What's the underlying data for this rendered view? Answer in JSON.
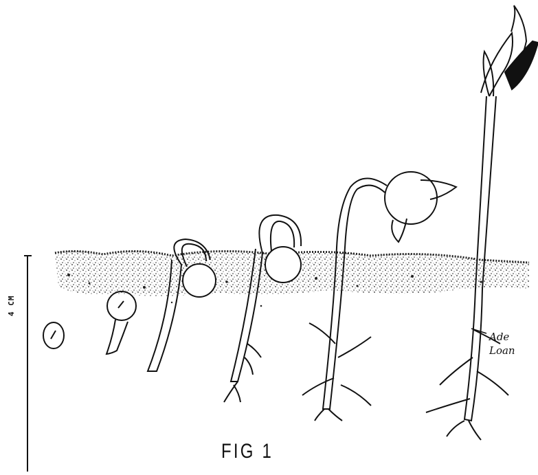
{
  "figure": {
    "caption": "FIG 1",
    "scale_label": "4 CM",
    "signature_line1": "Ade",
    "signature_line2": "Loan",
    "stages": [
      {
        "id": "seed"
      },
      {
        "id": "radicle-emerging"
      },
      {
        "id": "hook-emerging"
      },
      {
        "id": "hook-elongating"
      },
      {
        "id": "cotyledons-opening"
      },
      {
        "id": "seedling-with-leaves"
      }
    ]
  },
  "colors": {
    "ink": "#111111",
    "soil": "#2a2a2a",
    "background": "#ffffff"
  }
}
